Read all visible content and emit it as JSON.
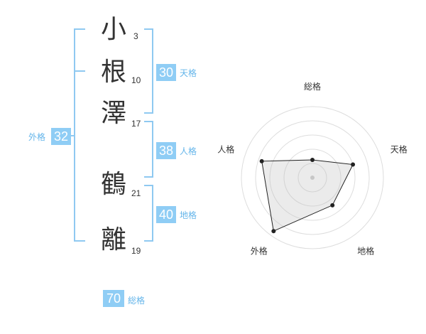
{
  "name": {
    "chars": [
      {
        "char": "小",
        "strokes": "3"
      },
      {
        "char": "根",
        "strokes": "10"
      },
      {
        "char": "澤",
        "strokes": "17"
      },
      {
        "char": "鶴",
        "strokes": "21"
      },
      {
        "char": "離",
        "strokes": "19"
      }
    ]
  },
  "kaku": {
    "tenkaku": {
      "value": "30",
      "label": "天格"
    },
    "jinkaku": {
      "value": "38",
      "label": "人格"
    },
    "chikaku": {
      "value": "40",
      "label": "地格"
    },
    "gaikaku": {
      "value": "32",
      "label": "外格"
    },
    "soukaku": {
      "value": "70",
      "label": "総格"
    }
  },
  "colors": {
    "accent": "#8fcdf5",
    "accent_text": "#64b5ea",
    "bracket": "#8fc9f1",
    "text": "#333333",
    "grid": "#dddddd"
  },
  "chart_data": {
    "type": "radar",
    "axes": [
      "総格",
      "天格",
      "地格",
      "外格",
      "人格"
    ],
    "values": [
      0.25,
      0.6,
      0.48,
      0.93,
      0.75
    ],
    "range": [
      0,
      1
    ],
    "rings": 5,
    "grid": true
  }
}
